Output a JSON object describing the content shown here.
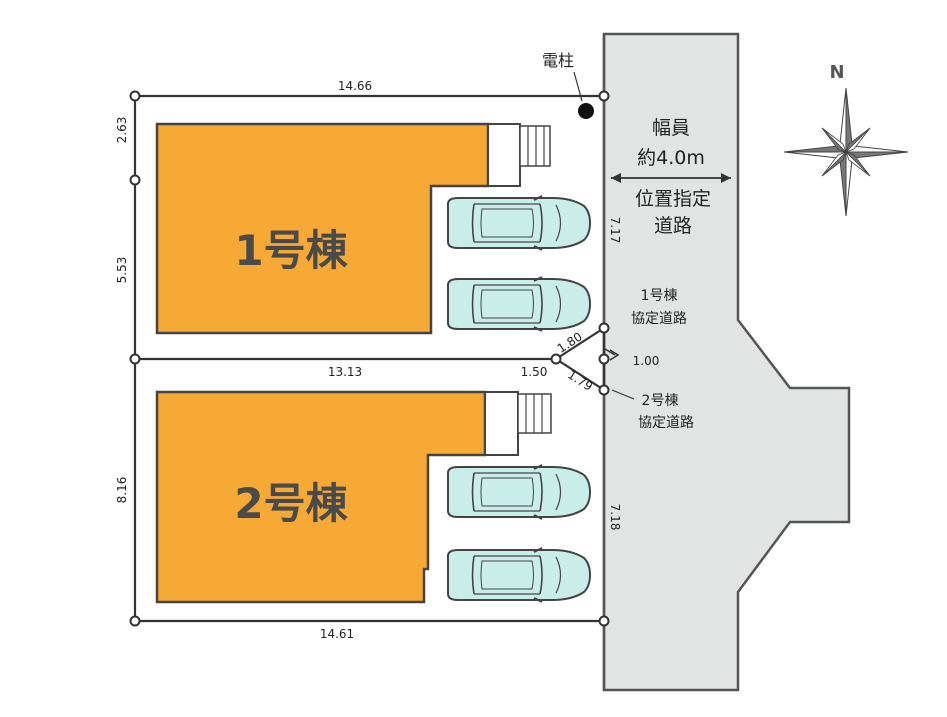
{
  "buildings": [
    {
      "label": "1号棟",
      "color": "#f7a935"
    },
    {
      "label": "2号棟",
      "color": "#f7a935"
    }
  ],
  "road": {
    "width_title": "幅員",
    "width_value": "約4.0m",
    "type_line1": "位置指定",
    "type_line2": "道路",
    "color": "#e2e3e3"
  },
  "utility_pole_label": "電柱",
  "north_label": "N",
  "dimensions": {
    "top": "14.66",
    "bottom": "14.61",
    "middle": "13.13",
    "left_top": "2.63",
    "left_mid": "5.53",
    "left_bottom": "8.16",
    "right_upper": "7.17",
    "right_lower": "7.18",
    "split_top": "1.80",
    "split_left": "1.50",
    "split_bottom": "1.79",
    "split_right": "1.00"
  },
  "private_roads": {
    "lot1_line1": "1号棟",
    "lot1_line2": "協定道路",
    "lot2_line1": "2号棟",
    "lot2_line2": "協定道路"
  },
  "car_color": "#c9ede9"
}
